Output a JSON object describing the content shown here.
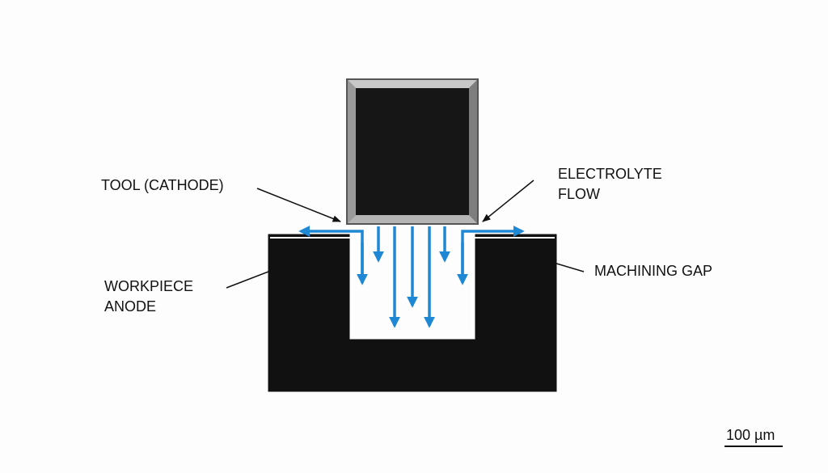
{
  "labels": {
    "tool": "TOOL (CATHODE)",
    "electrolyte_line1": "ELECTROLYTE",
    "electrolyte_line2": "FLOW",
    "workpiece_line1": "WORKPIECE",
    "workpiece_line2": "ANODE",
    "gap": "MACHINING GAP"
  },
  "scale_bar": {
    "label": "100 µm"
  },
  "colors": {
    "background": "#fdfdfd",
    "workpiece": "#111111",
    "tool_body": "#161616",
    "tool_bevel_light": "#b8b8b8",
    "tool_bevel_dark": "#8a8a8a",
    "flow_arrows": "#1e88d4",
    "leader_lines": "#111111"
  }
}
